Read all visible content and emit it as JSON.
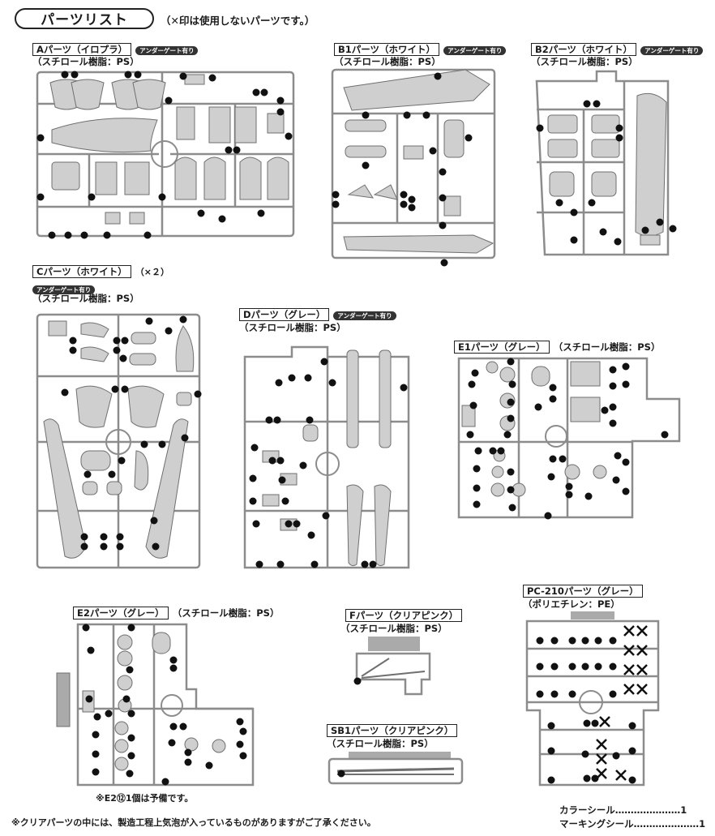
{
  "header": {
    "title": "パーツリスト",
    "note": "（✕印は使用しないパーツです。）"
  },
  "panels": {
    "A": {
      "title": "Aパーツ（イロプラ）",
      "badge": "アンダーゲート有り",
      "material": "（スチロール樹脂：PS）"
    },
    "B1": {
      "title": "B1パーツ（ホワイト）",
      "badge": "アンダーゲート有り",
      "material": "（スチロール樹脂：PS）"
    },
    "B2": {
      "title": "B2パーツ（ホワイト）",
      "badge": "アンダーゲート有り",
      "material": "（スチロール樹脂：PS）"
    },
    "C": {
      "title": "Cパーツ（ホワイト）",
      "extra": "（×２）",
      "badge": "アンダーゲート有り",
      "material": "（スチロール樹脂：PS）"
    },
    "D": {
      "title": "Dパーツ（グレー）",
      "badge": "アンダーゲート有り",
      "material": "（スチロール樹脂：PS）"
    },
    "E1": {
      "title": "E1パーツ（グレー）",
      "material": "（スチロール樹脂：PS）"
    },
    "E2": {
      "title": "E2パーツ（グレー）",
      "material": "（スチロール樹脂：PS）",
      "note": "※E2⑫1個は予備です。"
    },
    "F": {
      "title": "Fパーツ（クリアピンク）",
      "material": "（スチロール樹脂：PS）"
    },
    "SB1": {
      "title": "SB1パーツ（クリアピンク）",
      "material": "（スチロール樹脂：PS）"
    },
    "PC": {
      "title": "PC-210パーツ（グレー）",
      "material": "（ポリエチレン：PE）"
    }
  },
  "footer": {
    "clear_note": "※クリアパーツの中には、製造工程上気泡が入っているものがありますがご了承ください。",
    "seals": [
      {
        "name": "カラーシール",
        "dots": "…………………",
        "count": "1"
      },
      {
        "name": "マーキングシール",
        "dots": "…………………",
        "count": "1"
      }
    ]
  },
  "colors": {
    "runner": "#8c8c8c",
    "part": "#cfcfcf",
    "part_stroke": "#6f6f6f",
    "badge": "#333333"
  }
}
